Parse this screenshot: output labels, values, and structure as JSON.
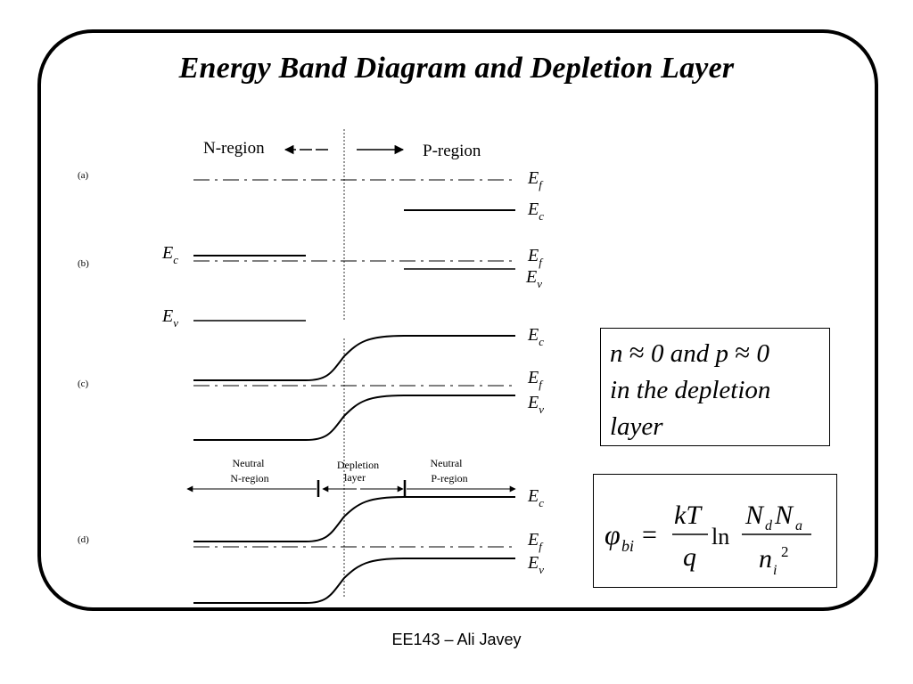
{
  "slide": {
    "title": "Energy Band Diagram and Depletion Layer",
    "footer": "EE143 – Ali Javey"
  },
  "diagram": {
    "region_labels": {
      "n_region": "N-region",
      "p_region": "P-region"
    },
    "panel_labels": {
      "a": "(a)",
      "b": "(b)",
      "c": "(c)",
      "d": "(d)"
    },
    "bottom_labels": {
      "neutral_n_line1": "Neutral",
      "neutral_n_line2": "N-region",
      "depletion_line1": "Depletion",
      "depletion_line2": "layer",
      "neutral_p_line1": "Neutral",
      "neutral_p_line2": "P-region"
    },
    "energy_labels": {
      "Ef_main": "E",
      "Ef_sub": "f",
      "Ec_main": "E",
      "Ec_sub": "c",
      "Ev_main": "E",
      "Ev_sub": "v"
    }
  },
  "note": {
    "line1_n": "n",
    "approx1": "≈",
    "line1_mid": "0 and p",
    "approx2": "≈",
    "line1_end": "0",
    "line2": "in the depletion",
    "line3": "layer"
  },
  "formula": {
    "phi": "φ",
    "phi_sub": "bi",
    "equals": "=",
    "kT": "kT",
    "q": "q",
    "ln": "ln",
    "N": "N",
    "d": "d",
    "a": "a",
    "n": "n",
    "i": "i",
    "exp": "2"
  }
}
